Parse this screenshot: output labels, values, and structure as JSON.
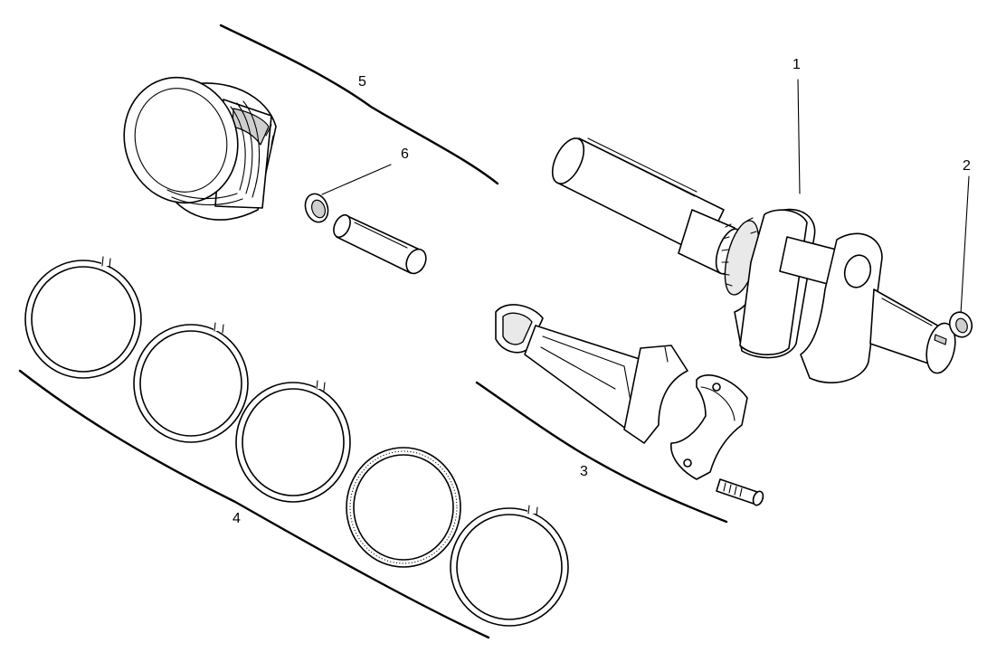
{
  "diagram": {
    "callouts": [
      {
        "id": "crankshaft",
        "text": "1"
      },
      {
        "id": "woodruff-key",
        "text": "2"
      },
      {
        "id": "connecting-rod",
        "text": "3"
      },
      {
        "id": "piston-rings",
        "text": "4"
      },
      {
        "id": "piston",
        "text": "5"
      },
      {
        "id": "piston-pin-clip",
        "text": "6"
      }
    ]
  }
}
